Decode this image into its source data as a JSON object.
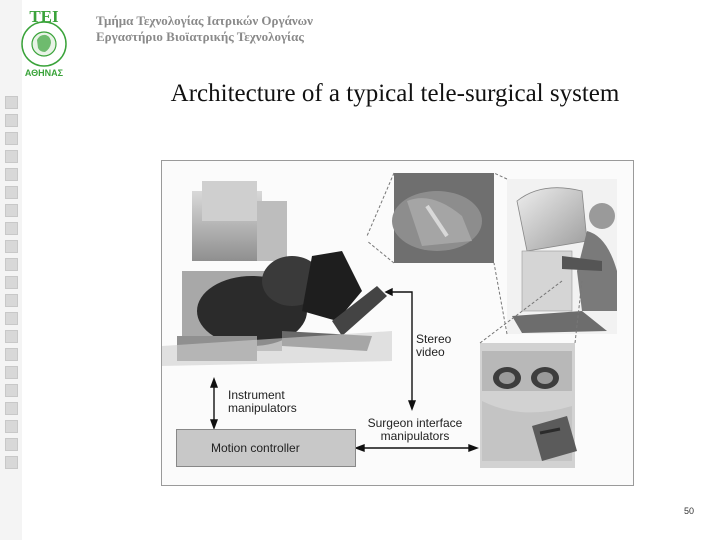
{
  "header": {
    "logo_text_top": "ΤΕΙ",
    "logo_text_bottom": "ΑΘΗΝΑΣ",
    "line1": "Τμήμα Τεχνολογίας Ιατρικών Οργάνων",
    "line2": "Εργαστήριο Βιοϊατρικής Τεχνολογίας"
  },
  "slide": {
    "title": "Architecture of a typical tele-surgical system",
    "page_number": "50"
  },
  "diagram": {
    "labels": {
      "stereo_video": "Stereo video",
      "instrument_manipulators": "Instrument manipulators",
      "motion_controller": "Motion controller",
      "surgeon_interface": "Surgeon interface manipulators"
    }
  },
  "colors": {
    "logo_green": "#3aa33a",
    "header_gray": "#8a8a8a"
  }
}
